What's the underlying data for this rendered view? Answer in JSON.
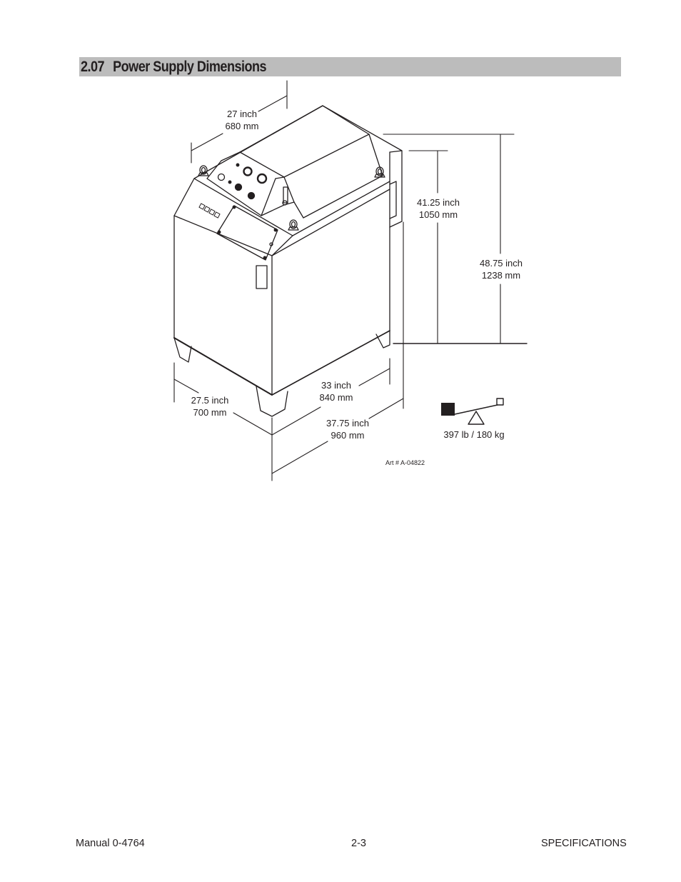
{
  "section": {
    "number": "2.07",
    "title": "Power Supply Dimensions"
  },
  "figure": {
    "depth_top": {
      "inch": "27 inch",
      "mm": "680 mm"
    },
    "height_body": {
      "inch": "41.25 inch",
      "mm": "1050 mm"
    },
    "height_total": {
      "inch": "48.75 inch",
      "mm": "1238 mm"
    },
    "width_front": {
      "inch": "27.5 inch",
      "mm": "700 mm"
    },
    "depth_base": {
      "inch": "33 inch",
      "mm": "840 mm"
    },
    "depth_total": {
      "inch": "37.75 inch",
      "mm": "960 mm"
    },
    "weight": "397 lb / 180 kg",
    "weight_icon": "balance-scale-icon",
    "art_number": "Art # A-04822"
  },
  "footer": {
    "left": "Manual 0-4764",
    "center": "2-3",
    "right": "SPECIFICATIONS"
  }
}
